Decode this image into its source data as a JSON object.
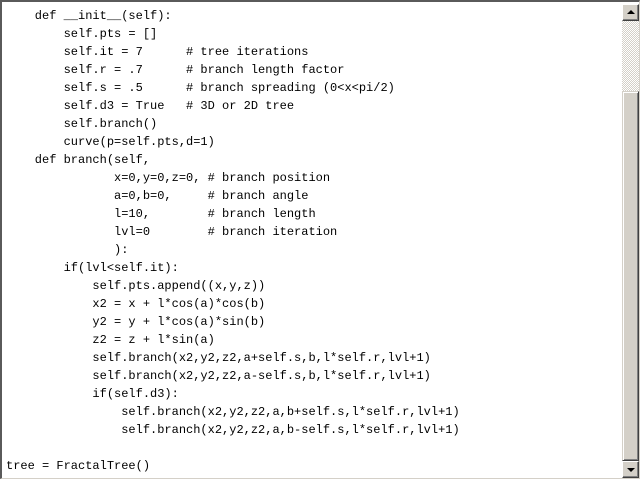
{
  "editor": {
    "lines": [
      "    def __init__(self):",
      "        self.pts = []",
      "        self.it = 7      # tree iterations",
      "        self.r = .7      # branch length factor",
      "        self.s = .5      # branch spreading (0<x<pi/2)",
      "        self.d3 = True   # 3D or 2D tree",
      "        self.branch()",
      "        curve(p=self.pts,d=1)",
      "    def branch(self,",
      "               x=0,y=0,z=0, # branch position",
      "               a=0,b=0,     # branch angle",
      "               l=10,        # branch length",
      "               lvl=0        # branch iteration",
      "               ):",
      "        if(lvl<self.it):",
      "            self.pts.append((x,y,z))",
      "            x2 = x + l*cos(a)*cos(b)",
      "            y2 = y + l*cos(a)*sin(b)",
      "            z2 = z + l*sin(a)",
      "            self.branch(x2,y2,z2,a+self.s,b,l*self.r,lvl+1)",
      "            self.branch(x2,y2,z2,a-self.s,b,l*self.r,lvl+1)",
      "            if(self.d3):",
      "                self.branch(x2,y2,z2,a,b+self.s,l*self.r,lvl+1)",
      "                self.branch(x2,y2,z2,a,b-self.s,l*self.r,lvl+1)",
      "",
      "tree = FractalTree()"
    ]
  },
  "scrollbar": {
    "up_icon": "arrow-up-icon",
    "down_icon": "arrow-down-icon"
  },
  "colors": {
    "background": "#ffffff",
    "text": "#000000",
    "chrome": "#d4d0c8",
    "border_dark": "#5a5a5a"
  }
}
